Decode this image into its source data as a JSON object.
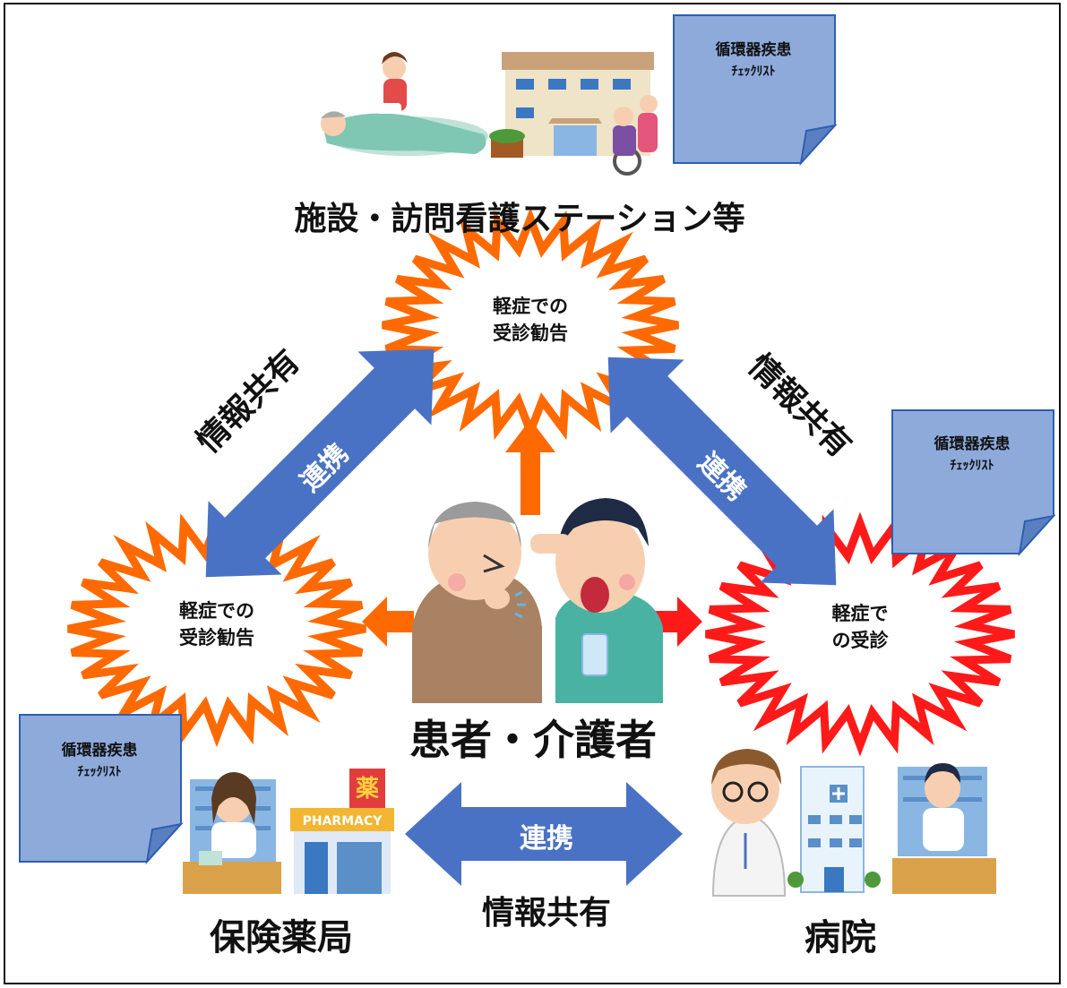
{
  "facility": {
    "label": "施設・訪問看護ステーション等"
  },
  "patient": {
    "label": "患者・介護者"
  },
  "pharmacy": {
    "label": "保険薬局",
    "sign_text": "PHARMACY",
    "sign_kanji": "薬"
  },
  "hospital": {
    "label": "病院"
  },
  "bursts": {
    "top": {
      "line1": "軽症での",
      "line2": "受診勧告"
    },
    "left": {
      "line1": "軽症での",
      "line2": "受診勧告"
    },
    "right": {
      "line1": "軽症で",
      "line2": "の受診"
    }
  },
  "notes": {
    "top": {
      "line1": "循環器疾患",
      "line2": "ﾁｪｯｸﾘｽﾄ"
    },
    "right": {
      "line1": "循環器疾患",
      "line2": "ﾁｪｯｸﾘｽﾄ"
    },
    "left": {
      "line1": "循環器疾患",
      "line2": "ﾁｪｯｸﾘｽﾄ"
    }
  },
  "links": {
    "left": {
      "arrow_label": "連携",
      "share_label": "情報共有"
    },
    "right": {
      "arrow_label": "連携",
      "share_label": "情報共有"
    },
    "bottom": {
      "arrow_label": "連携",
      "share_label": "情報共有"
    }
  },
  "colors": {
    "blue_arrow": "#4a72c4",
    "orange_burst": "#ff6a00",
    "red_burst": "#ff1a1a",
    "note_fill": "#8eaadb",
    "note_border": "#2e5fb0"
  }
}
